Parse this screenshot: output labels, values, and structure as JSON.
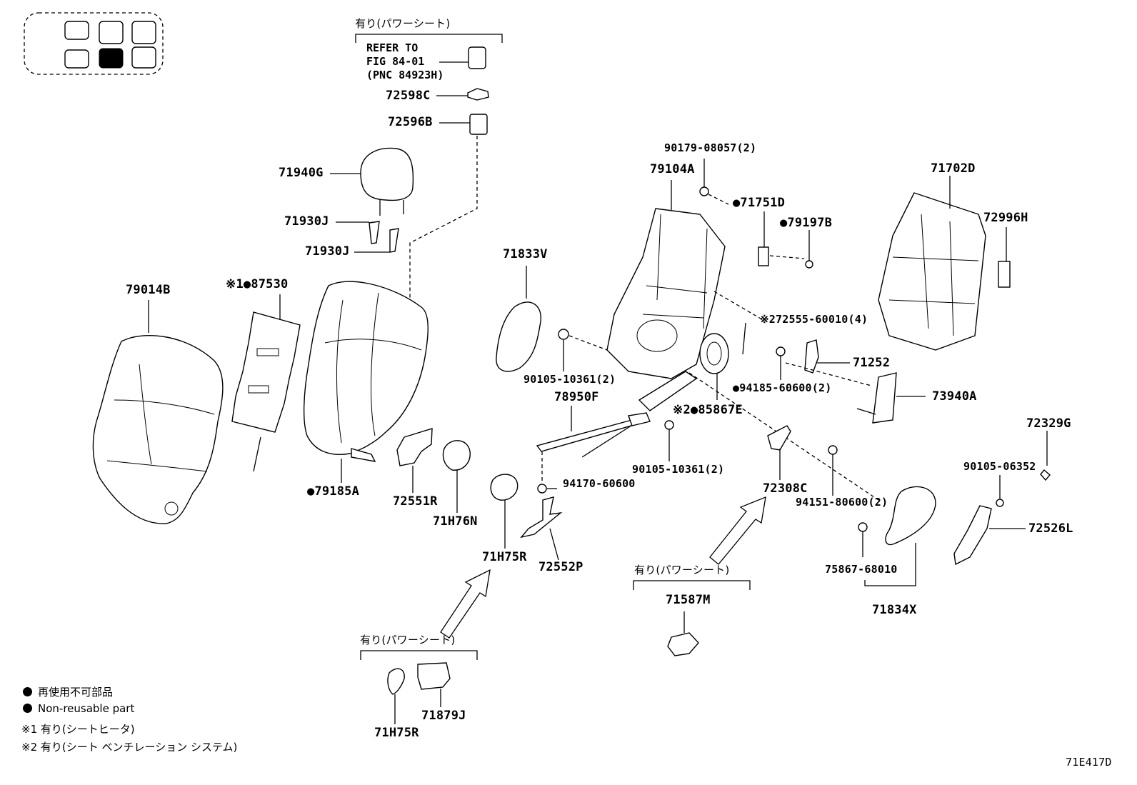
{
  "diagram": {
    "fig_code": "71E417D",
    "reference": {
      "l1": "REFER TO",
      "l2": "FIG 84-01",
      "l3": "(PNC 84923H)"
    },
    "option_power_seat": "有り(パワーシート)",
    "parts": {
      "p72598C": "72598C",
      "p72596B": "72596B",
      "p71940G": "71940G",
      "p71930J_a": "71930J",
      "p71930J_b": "71930J",
      "p79014B": "79014B",
      "p87530": "※1●87530",
      "p79185A": "●79185A",
      "p72551R": "72551R",
      "p71H76N": "71H76N",
      "p71833V": "71833V",
      "p90105_10361_a": "90105-10361(2)",
      "p78950F": "78950F",
      "p94170": "94170-60600",
      "p71H75R_a": "71H75R",
      "p72552P": "72552P",
      "p71H75R_b": "71H75R",
      "p71879J": "71879J",
      "p90179": "90179-08057(2)",
      "p79104A": "79104A",
      "p71751D": "●71751D",
      "p79197B": "●79197B",
      "p72555": "※272555-60010(4)",
      "p71252": "71252",
      "p94185": "●94185-60600(2)",
      "p85867E": "※2●85867E",
      "p90105_10361_b": "90105-10361(2)",
      "p72308C": "72308C",
      "p94151": "94151-80600(2)",
      "p71587M": "71587M",
      "p71702D": "71702D",
      "p72996H": "72996H",
      "p73940A": "73940A",
      "p72329G": "72329G",
      "p90105_06352": "90105-06352",
      "p72526L": "72526L",
      "p75867": "75867-68010",
      "p71834X": "71834X"
    },
    "legend": {
      "non_reusable_jp": "再使用不可部品",
      "non_reusable_en": "Non-reusable part",
      "note1": "※1 有り(シートヒータ)",
      "note2": "※2 有り(シート ベンチレーション システム)"
    }
  }
}
